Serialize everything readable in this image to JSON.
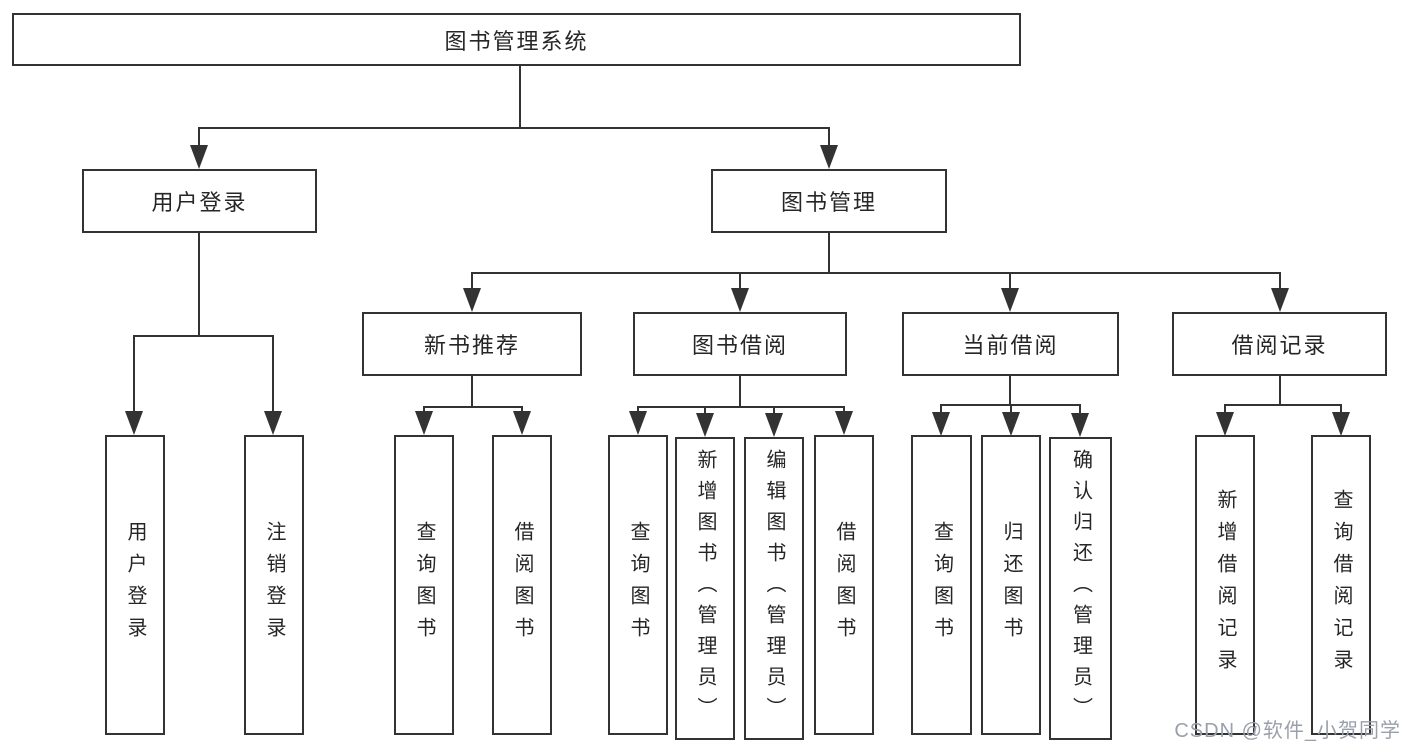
{
  "tree": {
    "label": "图书管理系统",
    "children": [
      {
        "label": "用户登录",
        "children": [
          {
            "label": "用户登录"
          },
          {
            "label": "注销登录"
          }
        ]
      },
      {
        "label": "图书管理",
        "children": [
          {
            "label": "新书推荐",
            "children": [
              {
                "label": "查询图书"
              },
              {
                "label": "借阅图书"
              }
            ]
          },
          {
            "label": "图书借阅",
            "children": [
              {
                "label": "查询图书"
              },
              {
                "label": "新增图书（管理员）"
              },
              {
                "label": "编辑图书（管理员）"
              },
              {
                "label": "借阅图书"
              }
            ]
          },
          {
            "label": "当前借阅",
            "children": [
              {
                "label": "查询图书"
              },
              {
                "label": "归还图书"
              },
              {
                "label": "确认归还（管理员）"
              }
            ]
          },
          {
            "label": "借阅记录",
            "children": [
              {
                "label": "新增借阅记录"
              },
              {
                "label": "查询借阅记录"
              }
            ]
          }
        ]
      }
    ]
  },
  "watermark": {
    "text": "CSDN @软件_小贺同学"
  },
  "colors": {
    "line": "#333333",
    "text": "#262626",
    "background": "#ffffff",
    "watermark": "#9aa0ab"
  }
}
